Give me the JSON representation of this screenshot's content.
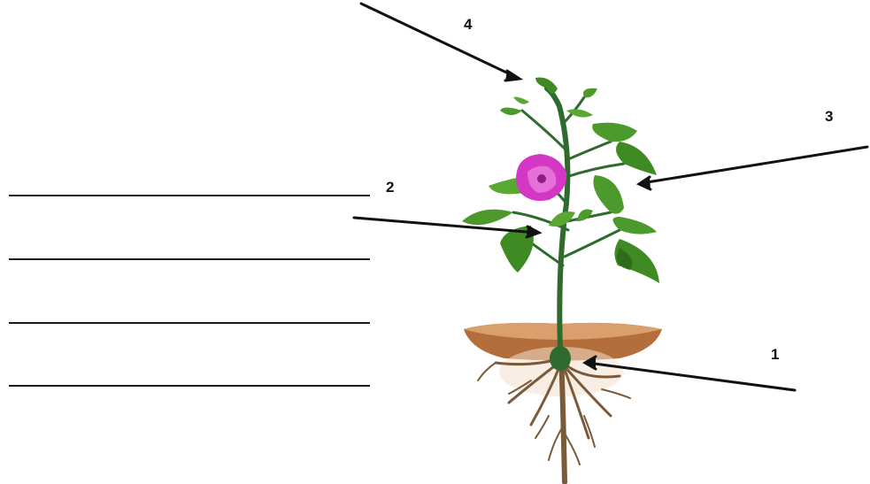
{
  "diagram": {
    "labels": [
      {
        "id": "1",
        "text": "1",
        "part": "roots"
      },
      {
        "id": "2",
        "text": "2",
        "part": "leaf"
      },
      {
        "id": "3",
        "text": "3",
        "part": "leaves"
      },
      {
        "id": "4",
        "text": "4",
        "part": "shoot tip"
      }
    ],
    "answer_lines_count": 4,
    "colors": {
      "ink": "#111111",
      "stem": "#2f6b2f",
      "leaf": "#4d9a2c",
      "leaf_dark": "#2e6d18",
      "flower": "#d437c4",
      "flower_center": "#8a1d7e",
      "soil_top": "#d9a06d",
      "soil": "#b46e3c",
      "root": "#7a5a3a"
    }
  }
}
